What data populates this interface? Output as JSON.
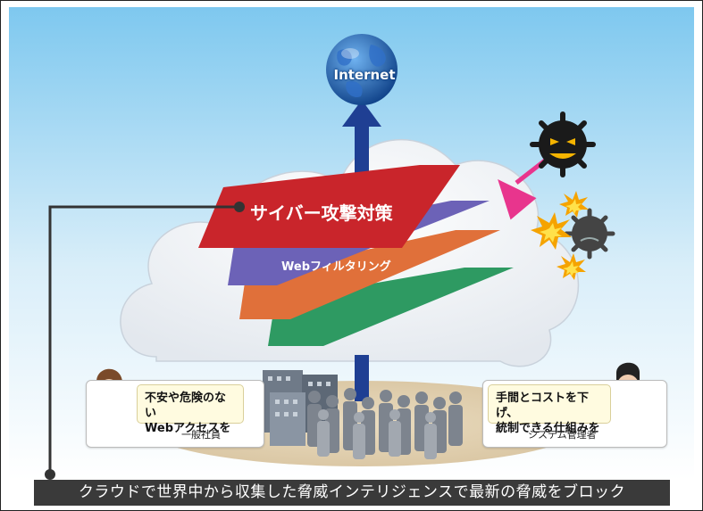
{
  "internet": {
    "label": "Internet"
  },
  "layers": [
    {
      "label": "サイバー攻撃対策",
      "color": "#c9252b"
    },
    {
      "label": "Webフィルタリング",
      "color": "#6c62b7"
    },
    {
      "label": "",
      "color": "#e0703a"
    },
    {
      "label": "",
      "color": "#2e9a62"
    }
  ],
  "employee": {
    "message_line1": "不安や危険のない",
    "message_line2": "Webアクセスを",
    "role": "一般社員"
  },
  "admin": {
    "message_line1": "手間とコストを下げ、",
    "message_line2": "統制できる仕組みを",
    "role": "システム管理者"
  },
  "banner": {
    "text": "クラウドで世界中から収集した脅威インテリジェンスで最新の脅威をブロック"
  },
  "colors": {
    "arrow": "#1f3f93",
    "threat_arrow": "#e8358d",
    "sky_top": "#7ec8ef",
    "banner_bg": "#3a3a3a"
  }
}
